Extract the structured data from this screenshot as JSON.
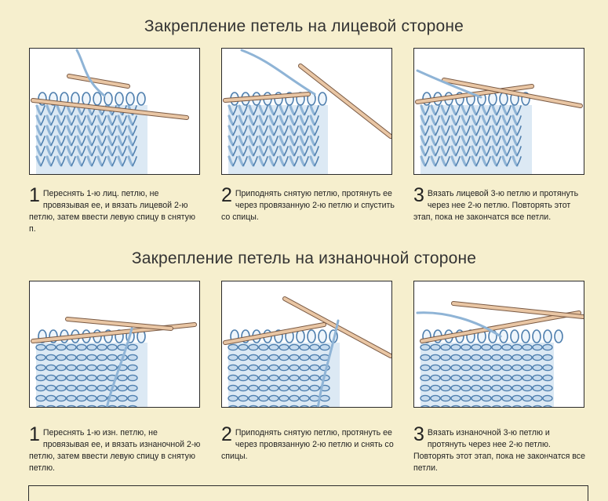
{
  "sections": [
    {
      "title": "Закрепление петель на лицевой стороне",
      "steps": [
        {
          "number": "1",
          "text": "Переснять 1-ю лиц. петлю, не провязывая ее, и вязать лицевой 2-ю петлю, затем ввести левую спицу в снятую п."
        },
        {
          "number": "2",
          "text": "Приподнять снятую петлю, протянуть ее через провязанную 2-ю петлю и спустить со спицы."
        },
        {
          "number": "3",
          "text": "Вязать лицевой 3-ю петлю и протянуть через нее 2-ю петлю. Повторять этот этап, пока не закончатся все петли."
        }
      ]
    },
    {
      "title": "Закрепление петель на изнаночной стороне",
      "steps": [
        {
          "number": "1",
          "text": "Переснять 1-ю изн. петлю, не провязывая ее, и вязать изнаночной 2-ю петлю, затем ввести левую спицу в снятую петлю."
        },
        {
          "number": "2",
          "text": "Приподнять снятую петлю, протянуть ее через провязанную 2-ю петлю и снять со спицы."
        },
        {
          "number": "3",
          "text": "Вязать изнаночной 3-ю петлю и протянуть через нее 2-ю петлю. Повторять этот этап, пока не закончатся все петли."
        }
      ]
    }
  ],
  "colors": {
    "background": "#f6efce",
    "yarn": "#8fb4d6",
    "yarn_dark": "#4f7fae",
    "needle": "#e9c6a4",
    "needle_edge": "#7a5a44"
  }
}
